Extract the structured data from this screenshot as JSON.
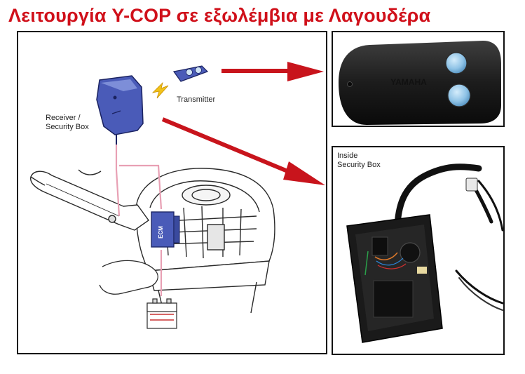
{
  "title": "Λειτουργία Y-COP σε εξωλέμβια με Λαγουδέρα",
  "diagram": {
    "transmitter_label": "Transmitter",
    "receiver_label": "Receiver /\nSecurity Box",
    "ecm_label": "ECM"
  },
  "remote_photo": {
    "brand_text": "YAMAHA"
  },
  "inside_photo": {
    "label": "Inside\nSecurity Box"
  },
  "colors": {
    "title": "#d0101a",
    "arrow": "#c8141c",
    "wire": "#e8a0b4",
    "module_blue": "#4a5bb8",
    "remote_button": "#8fc3e6"
  }
}
